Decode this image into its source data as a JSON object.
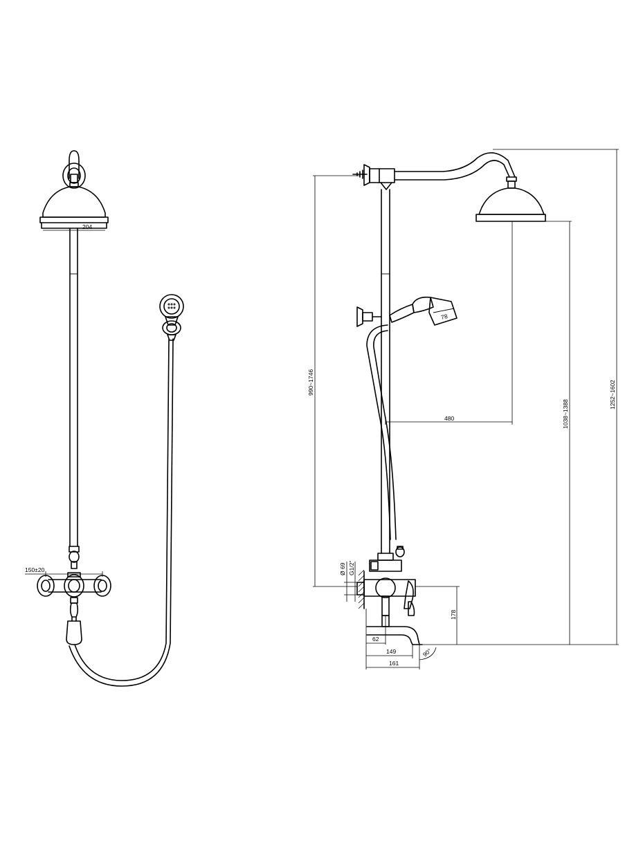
{
  "colors": {
    "line": "#000000",
    "background": "#ffffff"
  },
  "dimensions": {
    "head_diameter": "204",
    "inlet_spacing": "150±20",
    "rail_height": "990~1746",
    "arm_reach": "480",
    "handset_size": "78",
    "head_height": "1038~1388",
    "total_height": "1252~1602",
    "wall_flange_diameter": "Ø 69",
    "inlet_thread": "G1/2\"",
    "spout_height": "178",
    "depth_wall": "62",
    "depth_body": "149",
    "depth_spout": "161",
    "spout_angle": "90°"
  }
}
